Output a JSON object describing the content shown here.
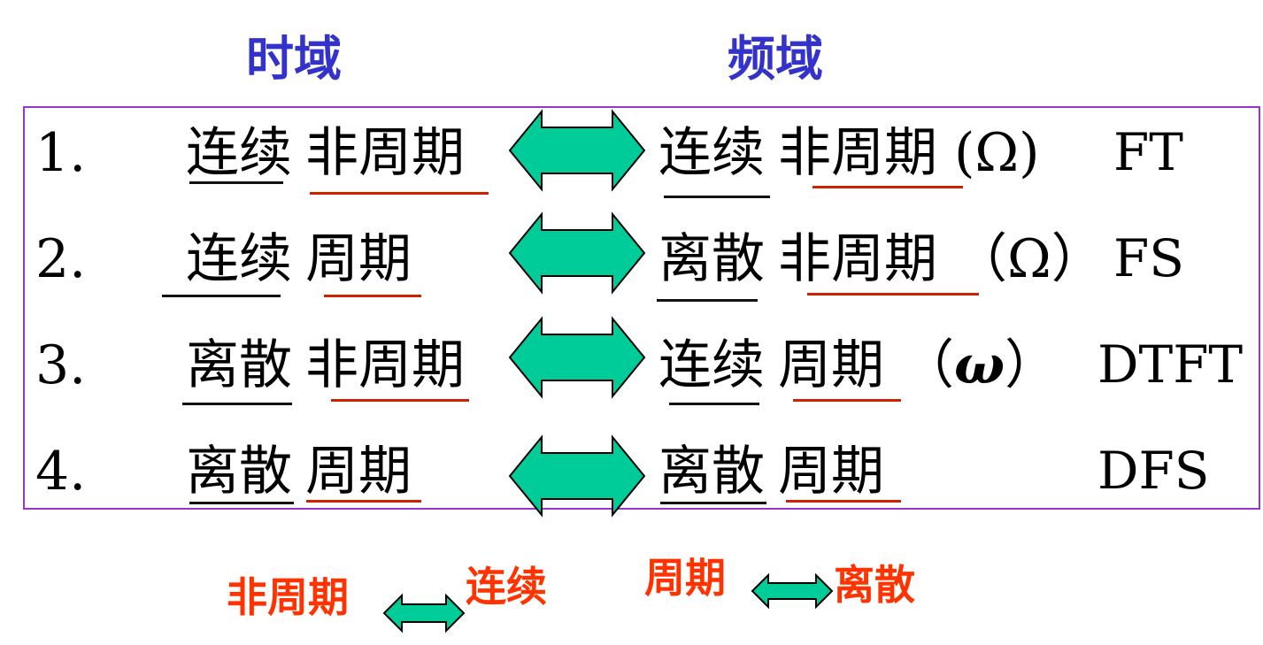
{
  "headers": {
    "time": "时域",
    "freq": "频域"
  },
  "rows": [
    {
      "num": "1.",
      "time": [
        "连续",
        "非周期"
      ],
      "freq": [
        "连续",
        "非周期"
      ],
      "var": "(Ω)",
      "abbr": "FT"
    },
    {
      "num": "2.",
      "time": [
        "连续",
        "周期"
      ],
      "freq": [
        "离散",
        "非周期"
      ],
      "var": "（Ω）",
      "abbr": "FS"
    },
    {
      "num": "3.",
      "time": [
        "离散",
        "非周期"
      ],
      "freq": [
        "连续",
        "周期"
      ],
      "var_open": "（",
      "var_sym": "ω",
      "var_close": "）",
      "abbr": "DTFT"
    },
    {
      "num": "4.",
      "time": [
        "离散",
        "周期"
      ],
      "freq": [
        "离散",
        "周期"
      ],
      "abbr": "DFS"
    }
  ],
  "legend": {
    "left_a": "非周期",
    "left_b": "连续",
    "right_a": "周期",
    "right_b": "离散"
  },
  "colors": {
    "header": "#3333cc",
    "border": "#9933cc",
    "arrow_fill": "#00cc99",
    "legend_text": "#ff3300",
    "underline_black": "#111111",
    "underline_red": "#cc2200"
  }
}
